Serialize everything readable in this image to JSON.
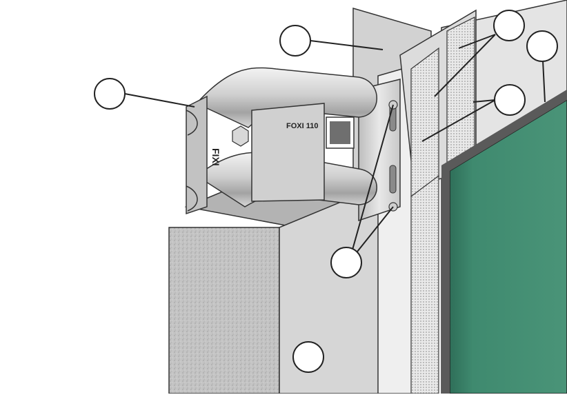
{
  "bracket": {
    "brand_text": "FOXI 110",
    "logo_text": "FIXI"
  },
  "callouts": [
    {
      "id": "callout-1",
      "label": ""
    },
    {
      "id": "callout-2",
      "label": ""
    },
    {
      "id": "callout-3",
      "label": ""
    },
    {
      "id": "callout-4",
      "label": ""
    },
    {
      "id": "callout-5",
      "label": ""
    },
    {
      "id": "callout-6",
      "label": ""
    },
    {
      "id": "callout-7",
      "label": ""
    }
  ],
  "colors": {
    "background": "#ffffff",
    "panel_green": "#3f8a6f",
    "metal_light": "#e6e6e6",
    "metal_mid": "#b8b8b8",
    "metal_dark": "#7a7a7a",
    "insulation": "#bdbdbd",
    "outline": "#222222"
  }
}
